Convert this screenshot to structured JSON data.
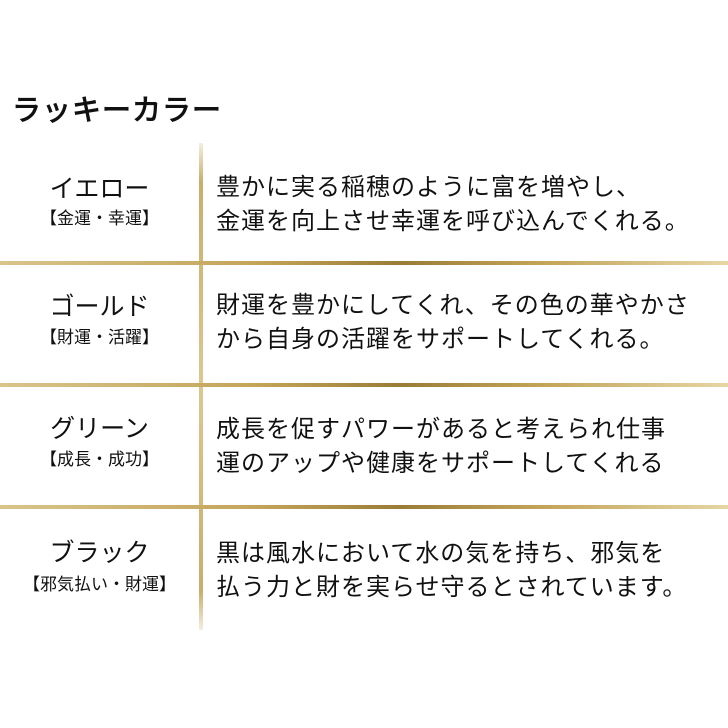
{
  "heading": "ラッキーカラー",
  "rows": [
    {
      "color": "イエロー",
      "meaning": "【金運・幸運】",
      "line1": "豊かに実る稲穂のように富を増やし、",
      "line2": "金運を向上させ幸運を呼び込んでくれる。"
    },
    {
      "color": "ゴールド",
      "meaning": "【財運・活躍】",
      "line1": "財運を豊かにしてくれ、その色の華やかさ",
      "line2": "から自身の活躍をサポートしてくれる。"
    },
    {
      "color": "グリーン",
      "meaning": "【成長・成功】",
      "line1": "成長を促すパワーがあると考えられ仕事",
      "line2": "運のアップや健康をサポートしてくれる"
    },
    {
      "color": "ブラック",
      "meaning": "【邪気払い・財運】",
      "line1": "黒は風水において水の気を持ち、邪気を",
      "line2": "払う力と財を実らせ守るとされています。"
    }
  ],
  "colors": {
    "text": "#111111",
    "gold_line": "#c4a55a",
    "background": "#ffffff"
  }
}
